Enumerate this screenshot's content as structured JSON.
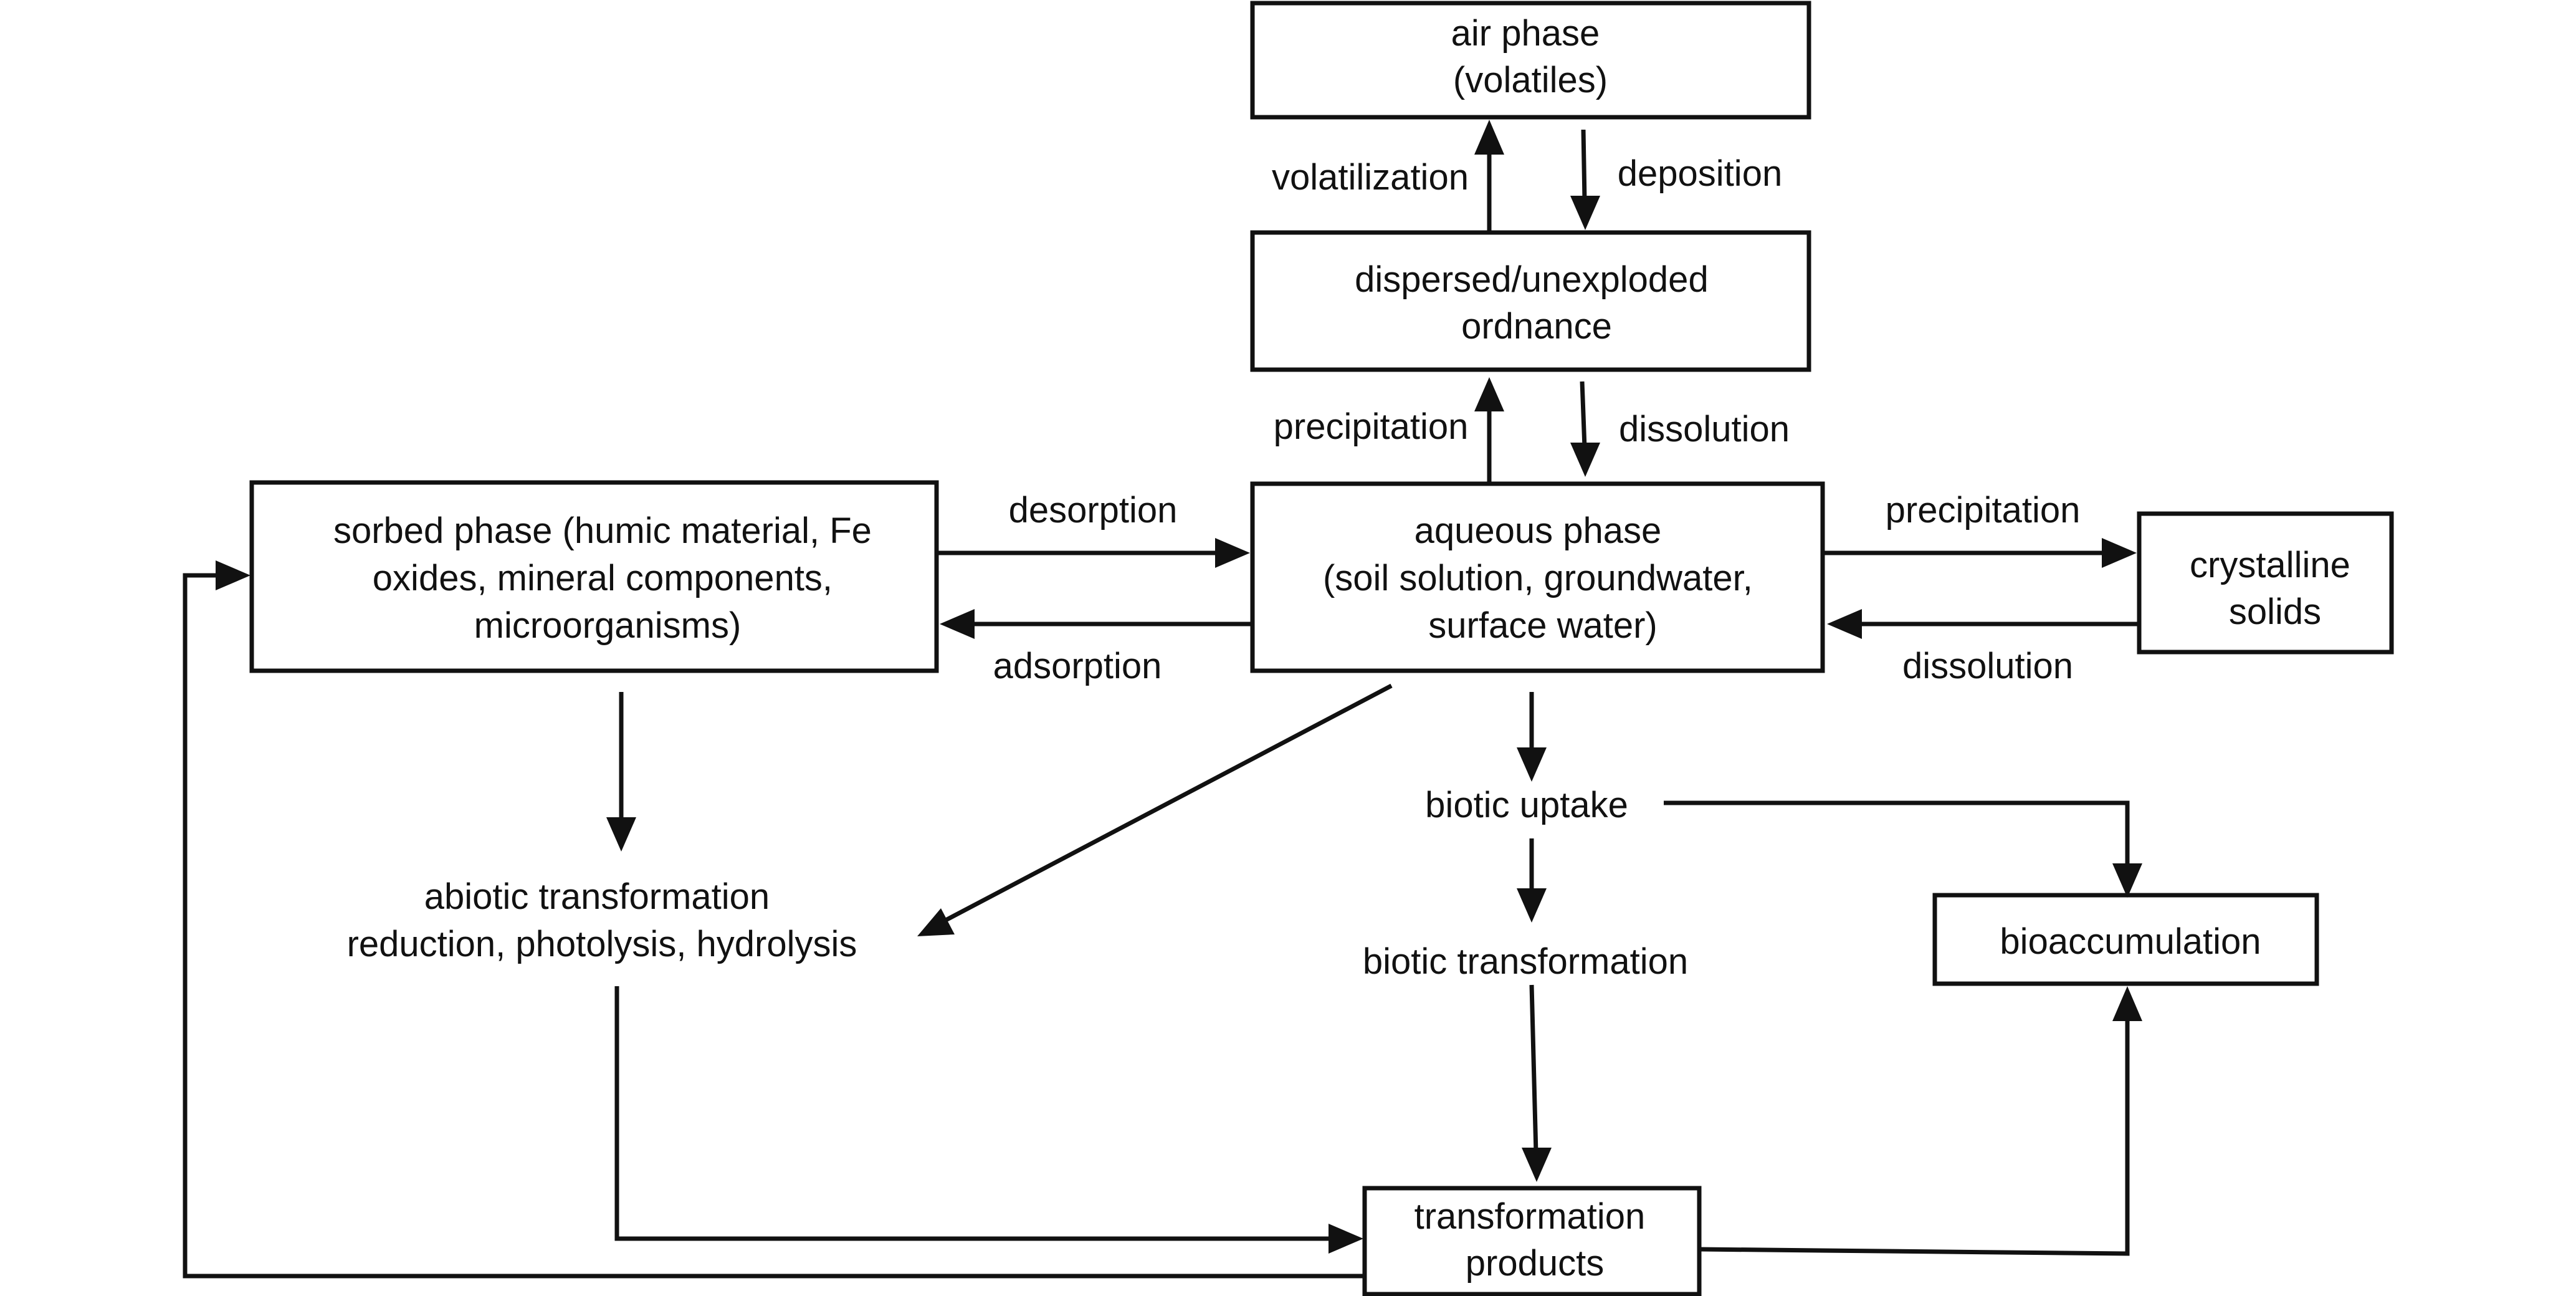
{
  "nodes": {
    "air_phase": [
      "air phase",
      "(volatiles)"
    ],
    "ordnance": [
      "dispersed/unexploded",
      "ordnance"
    ],
    "aqueous_phase": [
      "aqueous phase",
      "(soil solution, groundwater,",
      "surface water)"
    ],
    "sorbed_phase": [
      "sorbed phase (humic material,  Fe",
      "oxides, mineral components,",
      "microorganisms)"
    ],
    "crystalline_solids": [
      "crystalline",
      "solids"
    ],
    "abiotic_transformation": [
      "abiotic transformation",
      "reduction, photolysis, hydrolysis"
    ],
    "biotic_uptake": [
      "biotic uptake"
    ],
    "biotic_transformation": [
      "biotic transformation"
    ],
    "bioaccumulation": [
      "bioaccumulation"
    ],
    "transformation_products": [
      "transformation",
      "products"
    ]
  },
  "edge_labels": {
    "volatilization": "volatilization",
    "deposition": "deposition",
    "precipitation_up": "precipitation",
    "dissolution_down": "dissolution",
    "desorption": "desorption",
    "adsorption": "adsorption",
    "precipitation_right": "precipitation",
    "dissolution_left": "dissolution"
  },
  "colors": {
    "line": "#111111",
    "background": "#ffffff"
  }
}
